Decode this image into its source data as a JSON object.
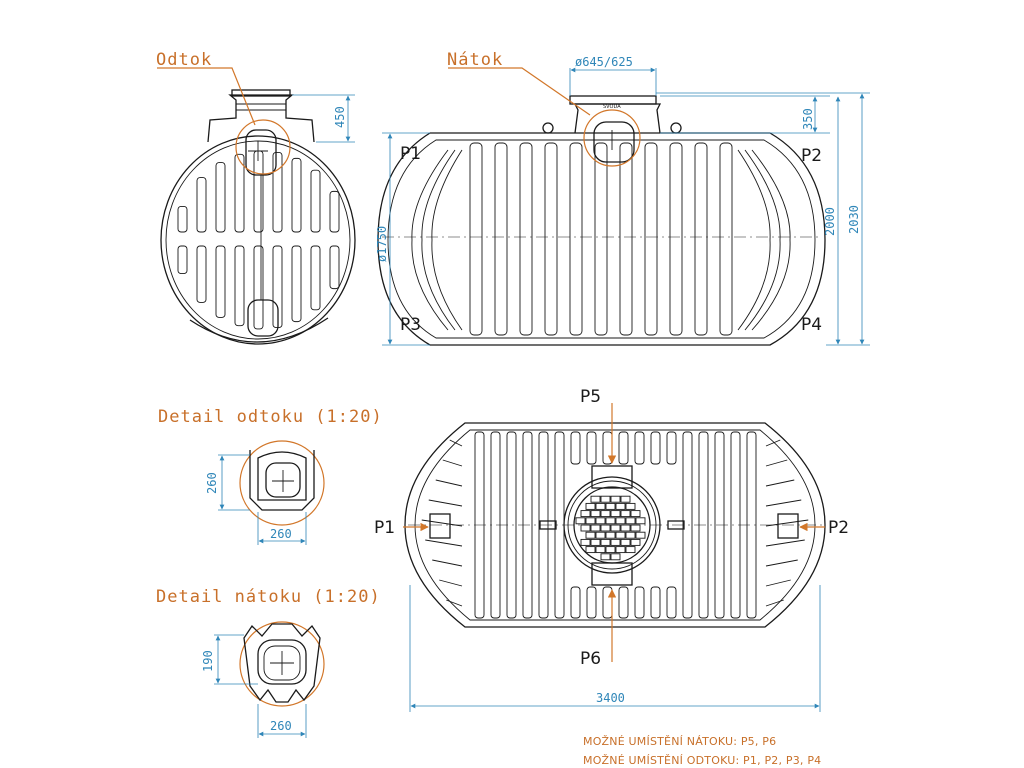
{
  "labels": {
    "outlet": "Odtok",
    "inlet": "Nátok",
    "detail_outlet": "Detail odtoku (1:20)",
    "detail_inlet": "Detail nátoku (1:20)",
    "brand": "SVODA"
  },
  "positions": {
    "p1": "P1",
    "p2": "P2",
    "p3": "P3",
    "p4": "P4",
    "p5": "P5",
    "p6": "P6"
  },
  "dimensions": {
    "manhole": "ø645/625",
    "neck_left": "450",
    "neck_right": "350",
    "diameter": "ø1750",
    "height_body": "2000",
    "height_total": "2030",
    "length": "3400",
    "outlet_h": "260",
    "outlet_w": "260",
    "inlet_h": "190",
    "inlet_w": "260"
  },
  "notes": {
    "inlet_positions": "MOŽNÉ UMÍSTĚNÍ NÁTOKU: P5, P6",
    "outlet_positions": "MOŽNÉ UMÍSTĚNÍ ODTOKU: P1, P2, P3, P4"
  },
  "colors": {
    "ink": "#1a1a1a",
    "dimension": "#2f86b8",
    "callout": "#d2772a"
  }
}
